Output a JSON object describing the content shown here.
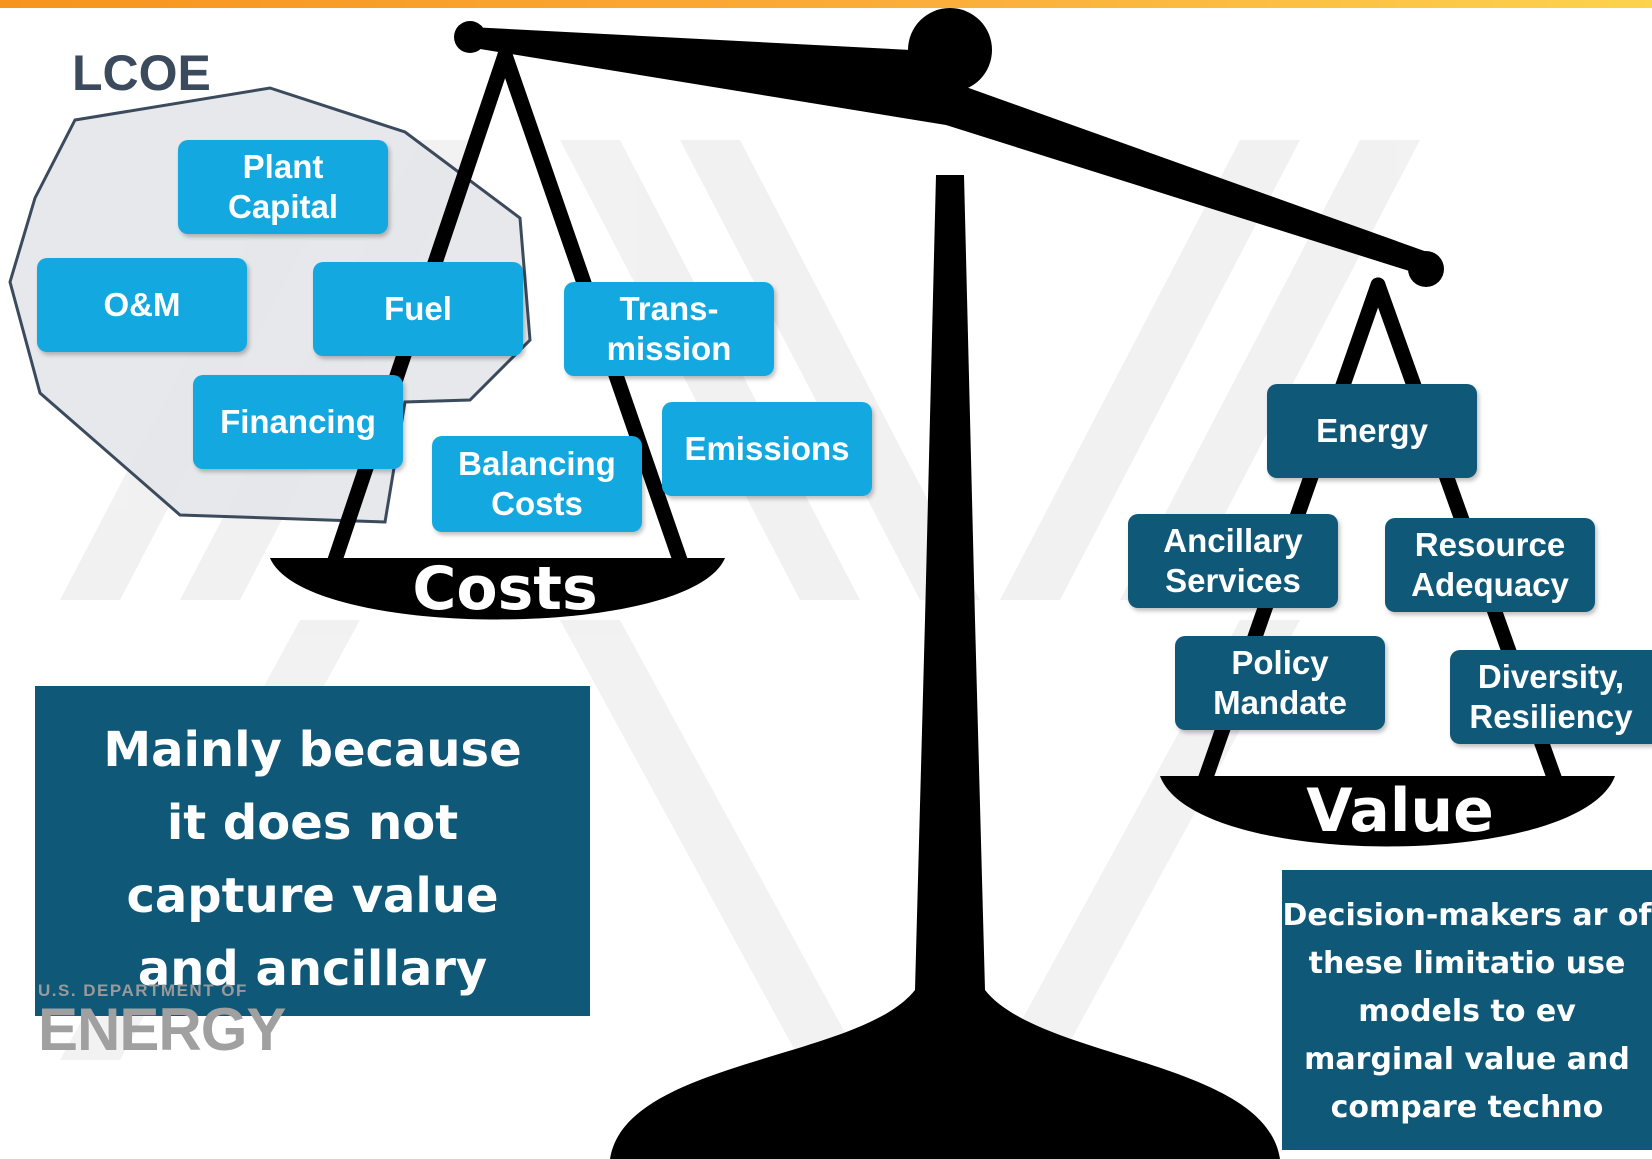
{
  "lcoe": {
    "title": "LCOE",
    "components": [
      "Plant Capital",
      "O&M",
      "Fuel",
      "Financing"
    ]
  },
  "costs": {
    "label": "Costs",
    "extra": [
      "Trans-mission",
      "Balancing Costs",
      "Emissions"
    ]
  },
  "value": {
    "label": "Value",
    "items": [
      "Energy",
      "Ancillary Services",
      "Resource Adequacy",
      "Policy Mandate",
      "Diversity, Resiliency"
    ]
  },
  "notes": {
    "left": "Mainly because it does not capture value and ancillary costs",
    "right": "Decision-makers ar of these limitatio use models to ev marginal value and compare techno"
  },
  "logo": {
    "line1": "U.S. DEPARTMENT OF",
    "line2": "ENERGY"
  },
  "colors": {
    "cost_box": "#13a9e0",
    "value_box": "#0f5878",
    "note_bg": "#0f5878",
    "lcoe_region": "#e4e6ea"
  }
}
